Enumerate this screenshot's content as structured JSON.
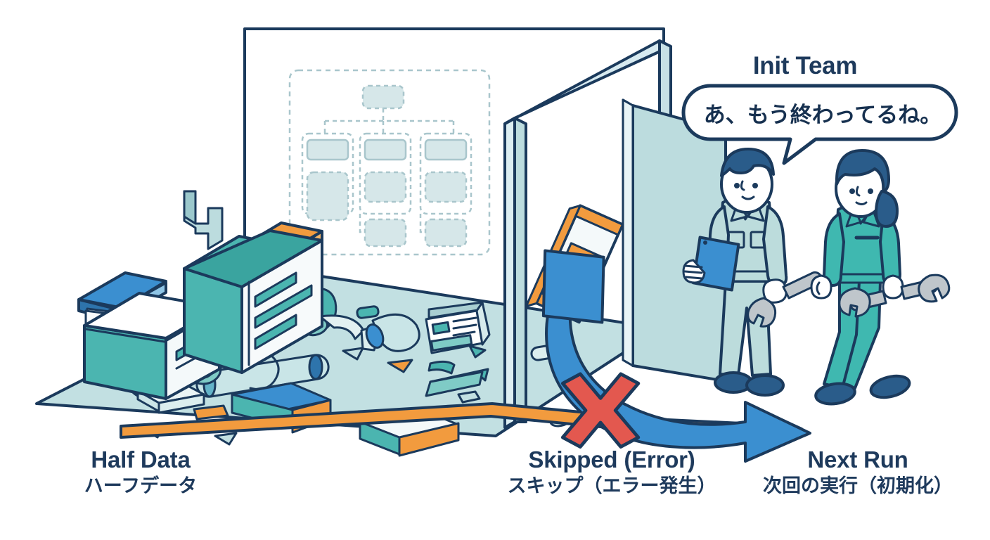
{
  "title": "Init Team",
  "speech": {
    "text": "あ、もう終わってるね。"
  },
  "labels": [
    {
      "id": "half-data",
      "en": "Half Data",
      "ja": "ハーフデータ"
    },
    {
      "id": "skipped-error",
      "en": "Skipped (Error)",
      "ja": "スキップ（エラー発生）"
    },
    {
      "id": "next-run",
      "en": "Next Run",
      "ja": "次回の実行（初期化）"
    }
  ],
  "colors": {
    "outline": "#1B3A5C",
    "navy_text": "#1E3A5C",
    "floor": "#C2E0E2",
    "floor_light": "#D6EBEC",
    "teal": "#4BB5B0",
    "teal_dark": "#3AA49F",
    "teal_light": "#7FCBC6",
    "orange": "#F29B3E",
    "orange_light": "#F7B86A",
    "blue": "#3B8FD0",
    "blue_dark": "#2E74AC",
    "red": "#E3584F",
    "wall": "#FFFFFF",
    "wall_edge": "#C9E3EC",
    "door_panel": "#BCDCDE",
    "uniform_male": "#BCDCDC",
    "uniform_female": "#3FB8B0",
    "hair": "#2A5C8A",
    "skin": "#FFFFFF",
    "metal": "#BFC6CB",
    "chart_box": "#D6E7E9",
    "chart_dash": "#A9C6CC"
  },
  "scene": {
    "flowchart_nodes": 9,
    "workers": [
      {
        "name": "male-worker",
        "holds": [
          "tablet",
          "wrench"
        ]
      },
      {
        "name": "female-worker",
        "holds": [
          "wrench"
        ]
      }
    ],
    "arrows": [
      {
        "name": "orange-path-arrow",
        "color": "#F29B3E",
        "blocked": true
      },
      {
        "name": "blue-detour-arrow",
        "color": "#3B8FD0",
        "blocked": false
      }
    ],
    "marker": {
      "name": "red-x-mark",
      "color": "#E3584F"
    }
  }
}
